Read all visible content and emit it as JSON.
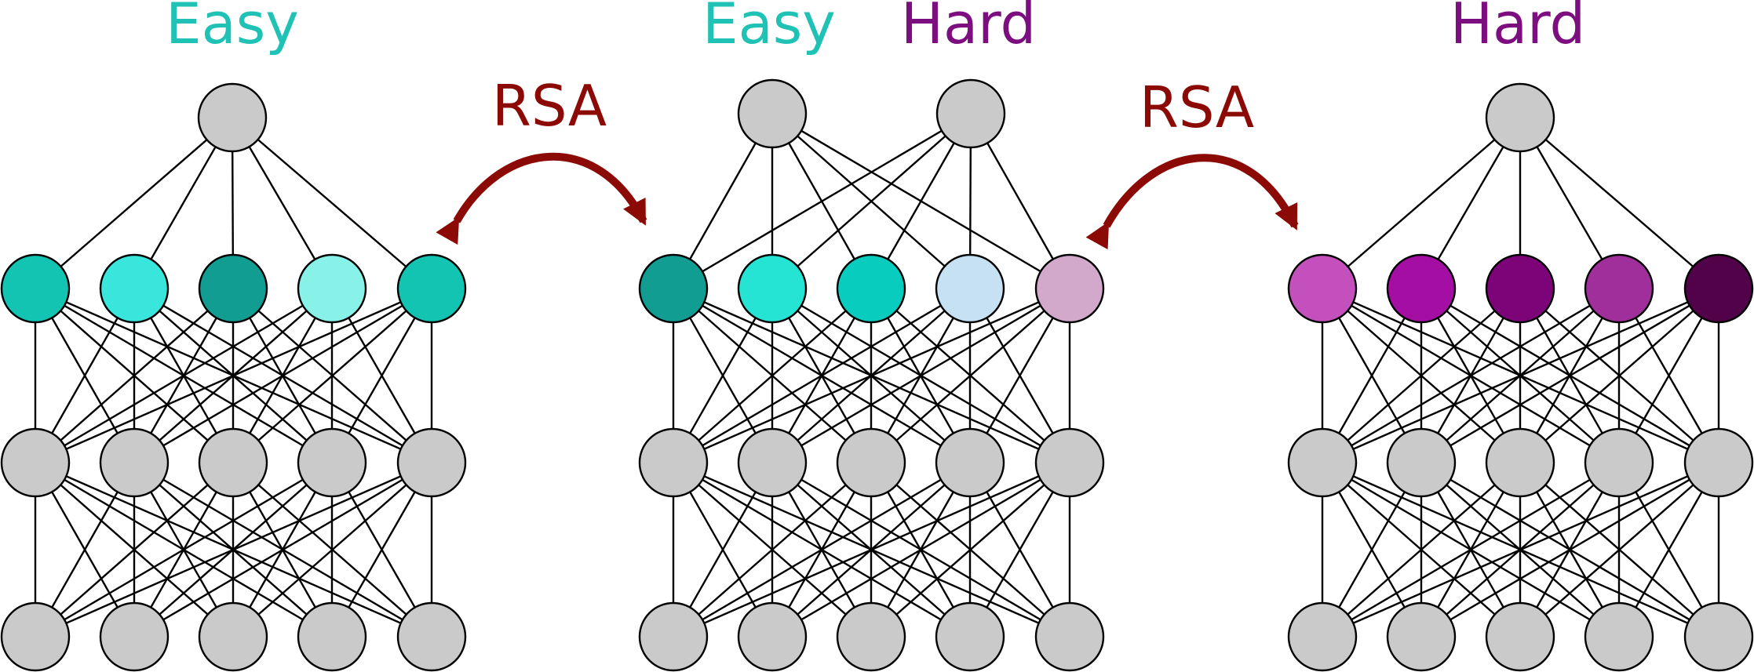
{
  "colors": {
    "easy_label": "#1fc2b4",
    "hard_label": "#7c0e80",
    "rsa": "#8b0a06",
    "node_gray": "#cacaca",
    "edge": "#000000"
  },
  "labels": {
    "left_easy": "Easy",
    "middle_easy": "Easy",
    "middle_hard": "Hard",
    "right_hard": "Hard",
    "rsa_left": "RSA",
    "rsa_right": "RSA"
  },
  "networks": [
    {
      "id": "easy-network",
      "outputs": 1,
      "hidden_colors": [
        "#13c4b3",
        "#39e6dc",
        "#129d93",
        "#88f2e8",
        "#13c4b3"
      ]
    },
    {
      "id": "combined-network",
      "outputs": 2,
      "hidden_colors": [
        "#129d93",
        "#25e4d3",
        "#08ccbe",
        "#c6e1f1",
        "#d3a9cb"
      ]
    },
    {
      "id": "hard-network",
      "outputs": 1,
      "hidden_colors": [
        "#c450bd",
        "#a40ea2",
        "#7c0378",
        "#a12f9b",
        "#520249"
      ]
    }
  ]
}
